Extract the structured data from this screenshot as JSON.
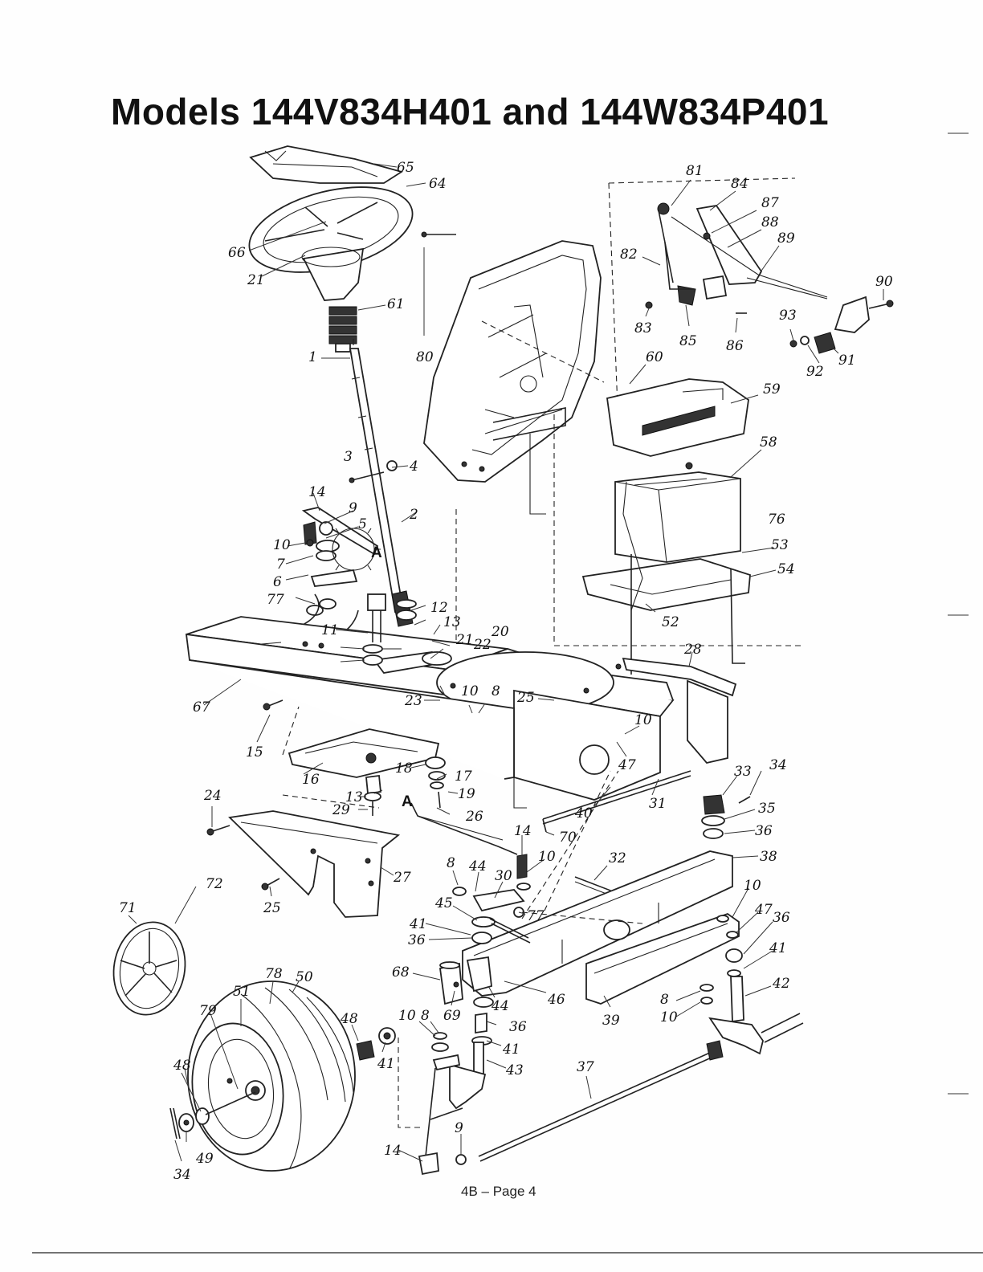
{
  "title": "Models 144V834H401 and 144W834P401",
  "footer": "4B – Page 4",
  "view_marks": [
    "A",
    "A"
  ],
  "part_labels": [
    "65",
    "64",
    "66",
    "21",
    "61",
    "1",
    "80",
    "3",
    "4",
    "14",
    "9",
    "5",
    "10",
    "7",
    "6",
    "77",
    "2",
    "12",
    "13",
    "20",
    "11",
    "21",
    "22",
    "67",
    "15",
    "16",
    "23",
    "10",
    "8",
    "25",
    "28",
    "18",
    "17",
    "19",
    "13",
    "29",
    "24",
    "26",
    "27",
    "25",
    "81",
    "84",
    "87",
    "88",
    "82",
    "89",
    "83",
    "85",
    "86",
    "90",
    "93",
    "91",
    "92",
    "60",
    "59",
    "58",
    "76",
    "53",
    "54",
    "52",
    "10",
    "47",
    "31",
    "40",
    "70",
    "33",
    "34",
    "35",
    "36",
    "38",
    "32",
    "14",
    "10",
    "8",
    "44",
    "30",
    "45",
    "77",
    "41",
    "36",
    "68",
    "69",
    "44",
    "46",
    "10",
    "47",
    "36",
    "41",
    "42",
    "8",
    "10",
    "39",
    "72",
    "71",
    "78",
    "50",
    "51",
    "79",
    "48",
    "41",
    "48",
    "10",
    "8",
    "41",
    "43",
    "37",
    "9",
    "14",
    "34",
    "49",
    "36"
  ]
}
